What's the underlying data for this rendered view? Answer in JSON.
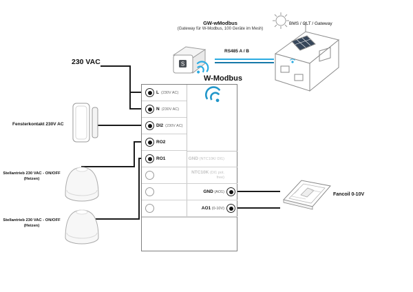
{
  "colors": {
    "accent_blue": "#29abe2",
    "wire_black": "#1a1a1a",
    "disabled_gray": "#c2c2c2"
  },
  "voltage_label": "230 VAC",
  "gateway": {
    "title": "GW-wModbus",
    "subtitle": "(Gateway für W-Modbus, 100 Geräte im Mesh)"
  },
  "rs485_label": "RS485 A / B",
  "bms_label": "BMS / GLT / Gateway",
  "wmodbus_label": "W-Modbus",
  "devices": {
    "window_contact": "Fensterkontakt 230V AC",
    "actuator1_line1": "Stellantrieb 230 VAC - ON/OFF",
    "actuator1_line2": "(Heizen)",
    "actuator2_line1": "Stellantrieb 230 VAC - ON/OFF",
    "actuator2_line2": "(Heizen)",
    "fancoil": "Fancoil 0-10V"
  },
  "terminals": {
    "left": [
      {
        "name": "L",
        "detail": "(230V AC)"
      },
      {
        "name": "N",
        "detail": "(230V AC)"
      },
      {
        "name": "DI2",
        "detail": "(230V AC)"
      },
      {
        "name": "RO2",
        "detail": ""
      },
      {
        "name": "RO1",
        "detail": ""
      },
      {
        "name": "",
        "detail": ""
      },
      {
        "name": "",
        "detail": ""
      },
      {
        "name": "",
        "detail": ""
      }
    ],
    "right": [
      {
        "name": "GND",
        "detail": "(NTC10K/ DI1)"
      },
      {
        "name": "NTC10K",
        "detail": "(DI1 pot. free)"
      },
      {
        "name": "GND",
        "detail": "(AO1)"
      },
      {
        "name": "AO1",
        "detail": "(0-10V)"
      }
    ]
  }
}
